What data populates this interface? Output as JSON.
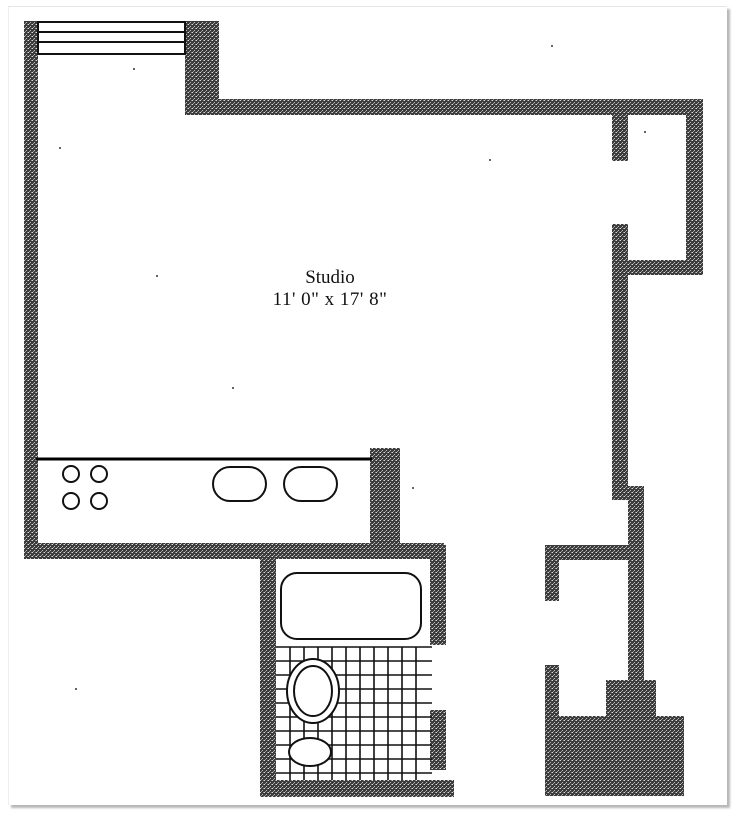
{
  "floorplan": {
    "room": {
      "name": "Studio",
      "dimensions": "11' 0\" x 17' 8\""
    },
    "fixtures": [
      {
        "type": "cooktop",
        "burners": 4
      },
      {
        "type": "double-sink",
        "basins": 2
      },
      {
        "type": "bathtub"
      },
      {
        "type": "toilet"
      },
      {
        "type": "bathroom-sink"
      }
    ],
    "colors": {
      "wall": "#5a5a5a",
      "background": "#ffffff",
      "line": "#111111"
    }
  }
}
